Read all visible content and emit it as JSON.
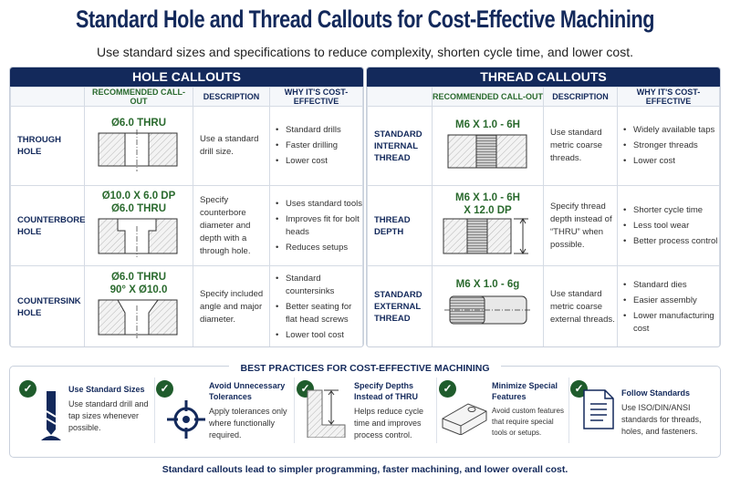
{
  "title": "Standard Hole and Thread Callouts for Cost-Effective Machining",
  "subtitle": "Use standard sizes and specifications to reduce complexity, shorten cycle time, and lower cost.",
  "columns": {
    "callout": "RECOMMENDED CALL-OUT",
    "description": "DESCRIPTION",
    "why": "WHY IT'S COST-EFFECTIVE"
  },
  "hole": {
    "title": "HOLE CALLOUTS",
    "rows": [
      {
        "label": "THROUGH HOLE",
        "callout": [
          "Ø6.0 THRU"
        ],
        "description": "Use a standard drill size.",
        "why": [
          "Standard drills",
          "Faster drilling",
          "Lower cost"
        ]
      },
      {
        "label": "COUNTERBORE HOLE",
        "callout": [
          "Ø10.0 X 6.0 DP",
          "Ø6.0 THRU"
        ],
        "description": "Specify counterbore diameter and depth with a through hole.",
        "why": [
          "Uses standard tools",
          "Improves fit for bolt heads",
          "Reduces setups"
        ]
      },
      {
        "label": "COUNTERSINK HOLE",
        "callout": [
          "Ø6.0 THRU",
          "90° X Ø10.0"
        ],
        "description": "Specify included angle and major diameter.",
        "why": [
          "Standard countersinks",
          "Better seating for flat head screws",
          "Lower tool cost"
        ]
      }
    ]
  },
  "thread": {
    "title": "THREAD CALLOUTS",
    "rows": [
      {
        "label": "STANDARD INTERNAL THREAD",
        "callout": [
          "M6 X 1.0 - 6H"
        ],
        "description": "Use standard metric coarse threads.",
        "why": [
          "Widely available taps",
          "Stronger threads",
          "Lower cost"
        ]
      },
      {
        "label": "THREAD DEPTH",
        "callout": [
          "M6 X 1.0 - 6H",
          "X 12.0 DP"
        ],
        "description": "Specify thread depth instead of “THRU” when possible.",
        "why": [
          "Shorter cycle time",
          "Less tool wear",
          "Better process control"
        ]
      },
      {
        "label": "STANDARD EXTERNAL THREAD",
        "callout": [
          "M6 X 1.0 - 6g"
        ],
        "description": "Use standard metric coarse external threads.",
        "why": [
          "Standard dies",
          "Easier assembly",
          "Lower manufacturing cost"
        ]
      }
    ]
  },
  "best_practices": {
    "title": "BEST PRACTICES FOR COST-EFFECTIVE MACHINING",
    "items": [
      {
        "title": "Use Standard Sizes",
        "text": "Use standard drill and tap sizes whenever possible.",
        "icon": "drill-bit-icon"
      },
      {
        "title": "Avoid Unnecessary Tolerances",
        "text": "Apply tolerances only where functionally required.",
        "icon": "crosshair-icon"
      },
      {
        "title": "Specify Depths Instead of THRU",
        "text": "Helps reduce cycle time and improves process control.",
        "icon": "depth-section-icon"
      },
      {
        "title": "Minimize Special Features",
        "text": "Avoid custom features that require special tools or setups.",
        "icon": "block-part-icon"
      },
      {
        "title": "Follow Standards",
        "text": "Use ISO/DIN/ANSI standards for threads, holes, and fasteners.",
        "icon": "document-icon"
      }
    ]
  },
  "footer": "Standard callouts lead to simpler programming, faster machining, and lower overall cost.",
  "colors": {
    "navy": "#13295b",
    "green": "#2a6a2e",
    "check": "#1f5c2c"
  }
}
